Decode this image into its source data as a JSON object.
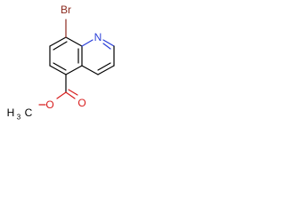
{
  "molecule": {
    "colors": {
      "bond": "#000000",
      "bromine": "#8b2a1e",
      "nitrogen": "#2a3fd8",
      "oxygen": "#d81e1e",
      "carbon_label": "#000000"
    },
    "labels": {
      "bromine": "Br",
      "nitrogen": "N",
      "carbonyl_oxygen": "O",
      "ester_oxygen": "O",
      "methyl_prefix": "H",
      "methyl_subscript": "3",
      "methyl_suffix": "C"
    }
  }
}
